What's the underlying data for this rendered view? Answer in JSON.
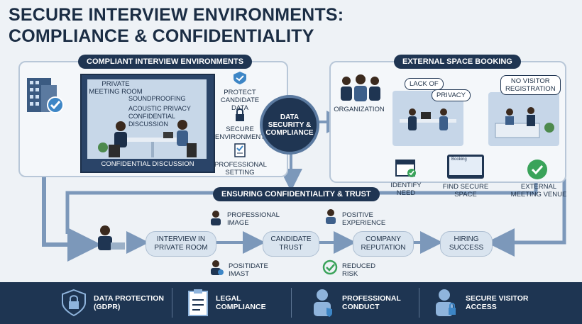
{
  "title": {
    "line1": "SECURE INTERVIEW ENVIRONMENTS:",
    "line2": "COMPLIANCE & CONFIDENTIALITY"
  },
  "left_panel": {
    "header": "COMPLIANT INTERVIEW ENVIRONMENTS",
    "room": {
      "label1": "PRIVATE",
      "label2": "MEETING ROOM",
      "note1": "SOUNDPROOFING",
      "note2": "ACOUSTIC PRIVACY",
      "note3": "CONFIDENTIAL",
      "note4": "DISCUSSION",
      "footer": "CONFIDENTIAL DISCUSSION"
    },
    "features": [
      {
        "l1": "PROTECT",
        "l2": "CANDIDATE DATA"
      },
      {
        "l1": "SECURE",
        "l2": "ENVIRONMENT"
      },
      {
        "l1": "PROFESSIONAL",
        "l2": "SETTING"
      }
    ]
  },
  "hub": {
    "l1": "DATA",
    "l2": "SECURITY &",
    "l3": "COMPLIANCE"
  },
  "right_panel": {
    "header": "EXTERNAL SPACE BOOKING",
    "organization": "ORGANIZATION",
    "bubble1": "LACK OF",
    "bubble2": "PRIVACY",
    "bubble3_l1": "NO VISITOR",
    "bubble3_l2": "REGISTRATION",
    "steps": [
      {
        "l1": "IDENTIFY",
        "l2": "NEED"
      },
      {
        "l1": "FIND SECURE",
        "l2": "SPACE"
      },
      {
        "l1": "EXTERNAL",
        "l2": "MEETING VENUE"
      }
    ],
    "booking_label": "Booking"
  },
  "trust": {
    "header": "ENSURING CONFIDENTIALITY & TRUST",
    "flow": [
      {
        "l1": "INTERVIEW IN",
        "l2": "PRIVATE ROOM"
      },
      {
        "l1": "CANDIDATE",
        "l2": "TRUST"
      },
      {
        "l1": "COMPANY",
        "l2": "REPUTATION"
      },
      {
        "l1": "HIRING",
        "l2": "SUCCESS"
      }
    ],
    "above": [
      {
        "l1": "PROFESSIONAL",
        "l2": "IMAGE"
      },
      {
        "l1": "POSITIVE",
        "l2": "EXPERIENCE"
      }
    ],
    "below": [
      {
        "l1": "POSITIDATE",
        "l2": "IMAST"
      },
      {
        "l1": "REDUCED",
        "l2": "RISK"
      }
    ]
  },
  "footer": [
    {
      "l1": "DATA PROTECTION",
      "l2": "(GDPR)"
    },
    {
      "l1": "LEGAL",
      "l2": "COMPLIANCE"
    },
    {
      "l1": "PROFESSIONAL",
      "l2": "CONDUCT"
    },
    {
      "l1": "SECURE VISITOR",
      "l2": "ACCESS"
    }
  ],
  "colors": {
    "navy": "#1f3552",
    "accent": "#5b7aa0",
    "green": "#3aa35a",
    "panel": "#f4f7fa"
  }
}
